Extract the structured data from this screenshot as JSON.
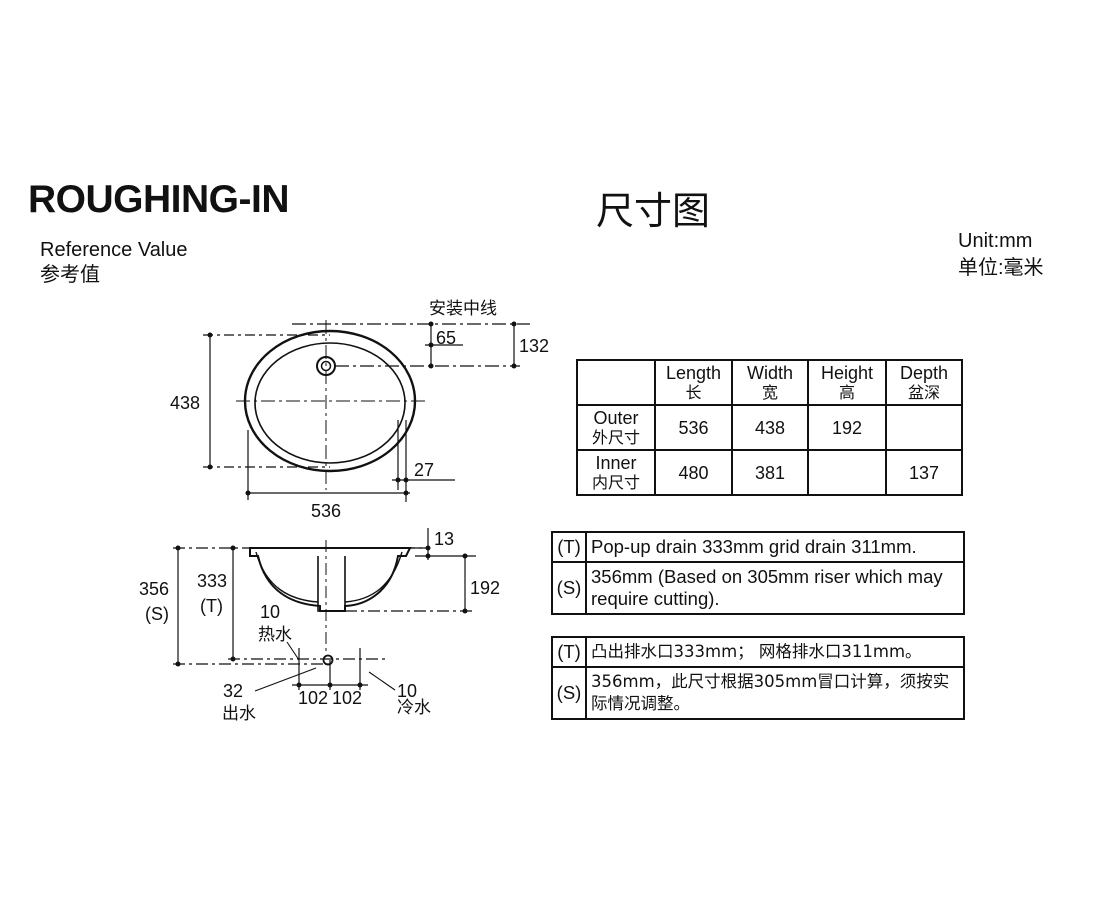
{
  "header": {
    "title_en": "ROUGHING-IN",
    "title_zh": "尺寸图",
    "reference_en": "Reference Value",
    "reference_zh": "参考值",
    "unit_en": "Unit:mm",
    "unit_zh": "单位:毫米"
  },
  "plan_view": {
    "install_centerline": "安装中线",
    "dim_65": "65",
    "dim_132": "132",
    "dim_438": "438",
    "dim_27": "27",
    "dim_536": "536"
  },
  "side_view": {
    "dim_13": "13",
    "dim_192": "192",
    "dim_356": "356",
    "label_s": "(S)",
    "dim_333": "333",
    "label_t": "(T)",
    "hot_size": "10",
    "hot_label": "热水",
    "outlet_size": "32",
    "outlet_label": "出水",
    "spacing_left": "102",
    "spacing_right": "102",
    "cold_size": "10",
    "cold_label": "冷水"
  },
  "dimension_table": {
    "headers": [
      {
        "en": "",
        "zh": ""
      },
      {
        "en": "Length",
        "zh": "长"
      },
      {
        "en": "Width",
        "zh": "宽"
      },
      {
        "en": "Height",
        "zh": "高"
      },
      {
        "en": "Depth",
        "zh": "盆深"
      }
    ],
    "rows": [
      {
        "label_en": "Outer",
        "label_zh": "外尺寸",
        "length": "536",
        "width": "438",
        "height": "192",
        "depth": ""
      },
      {
        "label_en": "Inner",
        "label_zh": "内尺寸",
        "length": "480",
        "width": "381",
        "height": "",
        "depth": "137"
      }
    ]
  },
  "notes_en": [
    {
      "key": "(T)",
      "text": "Pop-up drain 333mm grid drain 311mm."
    },
    {
      "key": "(S)",
      "text": "356mm (Based on 305mm riser which may require cutting)."
    }
  ],
  "notes_zh": [
    {
      "key": "(T)",
      "text": "凸出排水口333mm；  网格排水口311mm。"
    },
    {
      "key": "(S)",
      "text": "356mm，此尺寸根据305mm冒口计算，须按实际情况调整。"
    }
  ]
}
